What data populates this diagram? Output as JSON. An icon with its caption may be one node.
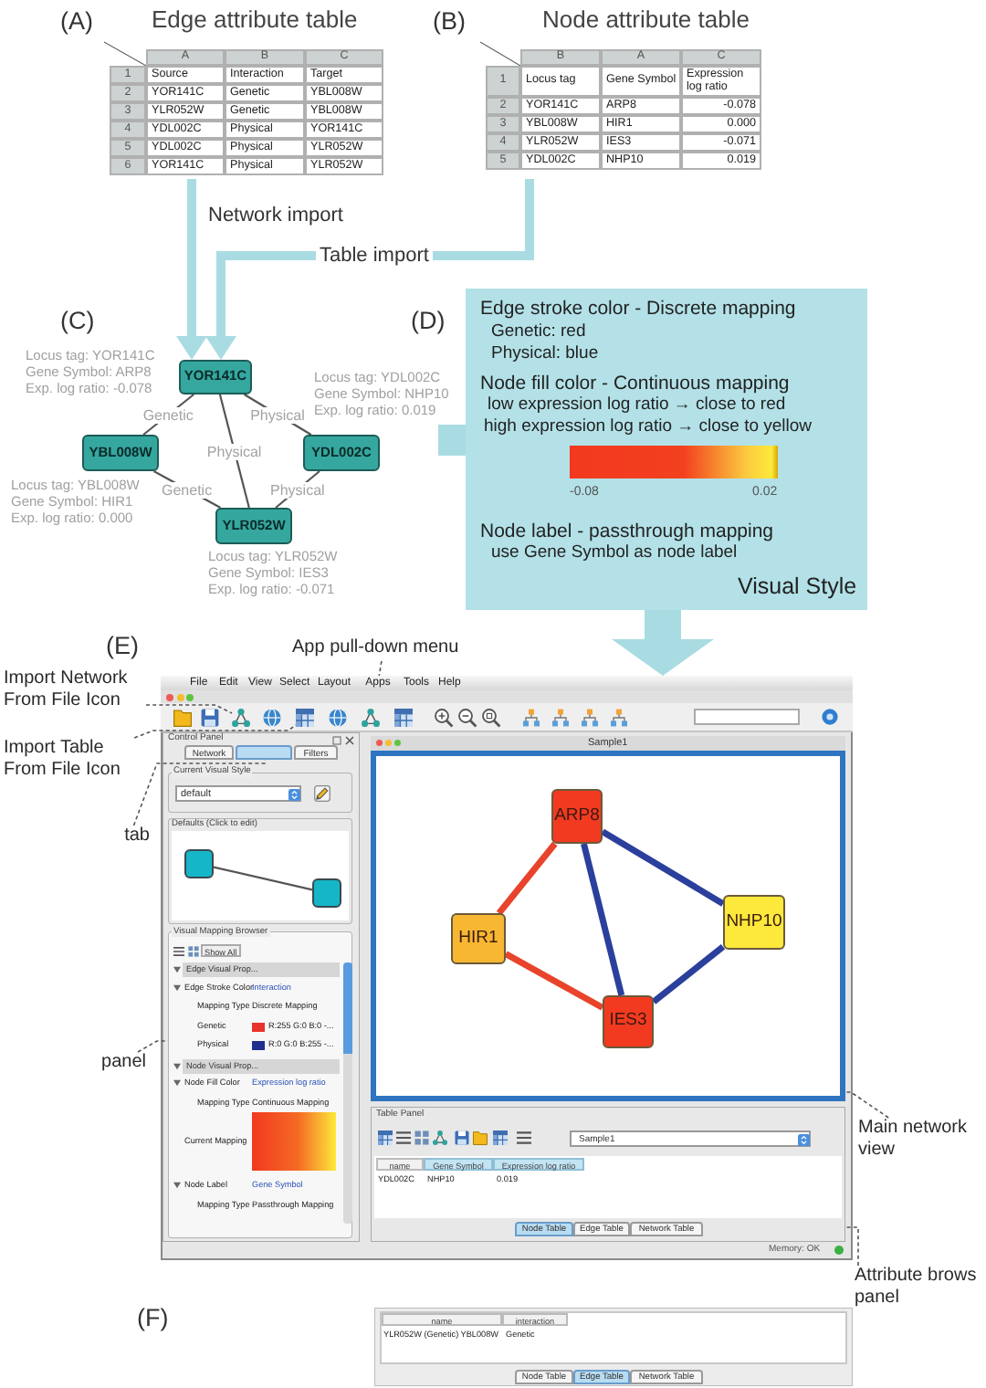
{
  "diagram": {
    "nodes": [
      {
        "text": [
          "Edge attribute table"
        ]
      },
      {
        "text": [
          "Node attribute table"
        ]
      },
      {
        "text": [
          "YOR141C"
        ],
        "beside": [
          "Locus tag: YOR141C",
          "Gene Symbol: ARP8",
          "Exp. log ratio: -0.078"
        ]
      },
      {
        "text": [
          "YBL008W"
        ],
        "beside": [
          "Locus tag: YBL008W",
          "Gene Symbol: HIR1",
          "Exp. log ratio: 0.000"
        ]
      },
      {
        "text": [
          "YDL002C"
        ],
        "beside": [
          "Locus tag: YDL002C",
          "Gene Symbol: NHP10",
          "Exp. log ratio: 0.019"
        ]
      },
      {
        "text": [
          "YLR052W"
        ],
        "beside": [
          "Locus tag: YLR052W",
          "Gene Symbol: IES3",
          "Exp. log ratio: -0.071"
        ]
      },
      {
        "text": [
          "Edge stroke color - Discrete mapping",
          "Genetic: red",
          "Physical: blue",
          "Node fill color - Continuous mapping",
          "low expression log ratio → close to red",
          "high expression log ratio → close to yellow",
          "-0.08",
          "0.02",
          "Node label - passthrough mapping",
          "use Gene Symbol as node label",
          "Visual Style"
        ]
      },
      {
        "text": [
          "File",
          "Edit",
          "View",
          "Select",
          "Layout",
          "Tools",
          "Help",
          "Memory: OK"
        ]
      },
      {
        "text": [
          "Apps"
        ],
        "in": 7
      },
      {
        "text": [],
        "shape": "picture",
        "in": 7
      },
      {
        "text": [],
        "shape": "picture",
        "in": 7
      },
      {
        "text": [
          "Control Panel",
          "Network",
          "Filters"
        ],
        "in": 7
      },
      {
        "text": [],
        "shape": "box",
        "in": 11
      },
      {
        "text": [
          "Current Visual Style",
          "default"
        ],
        "in": 11
      },
      {
        "text": [
          "Defaults (Click to edit)"
        ],
        "in": 11
      },
      {
        "text": [],
        "shape": "box",
        "in": 14
      },
      {
        "text": [],
        "shape": "box",
        "in": 14
      },
      {
        "text": [
          "Visual Mapping Browser",
          "Show All",
          "Edge Visual Prop...",
          "Edge Stroke Color",
          "Interaction",
          "Mapping Type",
          "Discrete Mapping",
          "Genetic",
          "R:255 G:0 B:0 -...",
          "Physical",
          "R:0 G:0 B:255 -...",
          "Node Visual Prop...",
          "Node Fill Color",
          "Expression log ratio",
          "Mapping Type",
          "Continuous Mapping",
          "Current Mapping",
          "Node Label",
          "Gene Symbol",
          "Mapping Type",
          "Passthrough Mapping"
        ],
        "in": 11
      },
      {
        "text": [
          "Sample1"
        ],
        "in": 7
      },
      {
        "text": [
          "ARP8"
        ],
        "in": 18
      },
      {
        "text": [
          "HIR1"
        ],
        "in": 18
      },
      {
        "text": [
          "NHP10"
        ],
        "in": 18
      },
      {
        "text": [
          "IES3"
        ],
        "in": 18
      },
      {
        "text": [
          "Table Panel",
          "Sample1",
          "name",
          "Gene Symbol",
          "Expression log ratio",
          "YDL002C",
          "NHP10",
          "0.019",
          "Node Table",
          "Edge Table",
          "Network Table"
        ],
        "in": 7
      },
      {
        "text": [
          "App pull-down menu"
        ]
      },
      {
        "text": [
          "Import Network From File Icon"
        ]
      },
      {
        "text": [
          "Import Table From File Icon"
        ]
      },
      {
        "text": [
          "tab"
        ]
      },
      {
        "text": [
          "panel"
        ]
      },
      {
        "text": [
          "Main network view"
        ]
      },
      {
        "text": [
          "Attribute brows panel"
        ]
      },
      {
        "text": [
          "name",
          "interaction",
          "YLR052W (Genetic) YBL008W",
          "Genetic",
          "Node Table",
          "Edge Table",
          "Network Table"
        ]
      },
      {
        "text": [],
        "shape": "bar",
        "in": 6
      }
    ],
    "edges": [
      {
        "from": 0,
        "to": 2,
        "arrow": "to",
        "label": "Network import",
        "style": "thick",
        "color": "#a9dce2"
      },
      {
        "from": 1,
        "to": 2,
        "arrow": "to",
        "label": "Table import",
        "style": "thick",
        "color": "#a9dce2"
      },
      {
        "from": 2,
        "to": 3,
        "arrow": "none",
        "label": "Genetic"
      },
      {
        "from": 5,
        "to": 3,
        "arrow": "none",
        "label": "Genetic"
      },
      {
        "from": 4,
        "to": 2,
        "arrow": "none",
        "label": "Physical"
      },
      {
        "from": 4,
        "to": 5,
        "arrow": "none",
        "label": "Physical"
      },
      {
        "from": 2,
        "to": 5,
        "arrow": "none",
        "label": "Physical"
      },
      {
        "from": 6,
        "to": null,
        "arrow": "none",
        "style": "thick",
        "color": "#a9dce2"
      },
      {
        "from": 6,
        "to": 7,
        "arrow": "to",
        "style": "thick",
        "color": "#a9dce2"
      },
      {
        "from": 15,
        "to": 16,
        "arrow": "none"
      },
      {
        "from": 19,
        "to": 20,
        "arrow": "none",
        "style": "thick",
        "color": "#e8432b"
      },
      {
        "from": 20,
        "to": 22,
        "arrow": "none",
        "style": "thick",
        "color": "#e8432b"
      },
      {
        "from": 19,
        "to": 21,
        "arrow": "none",
        "style": "thick",
        "color": "#2b3f9c"
      },
      {
        "from": 19,
        "to": 22,
        "arrow": "none",
        "style": "thick",
        "color": "#2b3f9c"
      },
      {
        "from": 21,
        "to": 22,
        "arrow": "none",
        "style": "thick",
        "color": "#2b3f9c"
      },
      {
        "from": 24,
        "to": 8,
        "arrow": "none",
        "style": "dashed"
      },
      {
        "from": 25,
        "to": 9,
        "arrow": "none",
        "style": "dashed"
      },
      {
        "from": 26,
        "to": 10,
        "arrow": "none",
        "style": "dashed"
      },
      {
        "from": 27,
        "to": 12,
        "arrow": "none",
        "style": "dashed"
      },
      {
        "from": 28,
        "to": 17,
        "arrow": "none",
        "style": "dashed"
      },
      {
        "from": 29,
        "to": 18,
        "arrow": "none",
        "style": "dashed"
      },
      {
        "from": 30,
        "to": 23,
        "arrow": "none",
        "style": "dashed"
      }
    ],
    "labels": [
      "(A)",
      "(B)",
      "A",
      "B",
      "C",
      "1",
      "Source",
      "Interaction",
      "Target",
      "2",
      "YOR141C",
      "Genetic",
      "YBL008W",
      "3",
      "YLR052W",
      "Genetic",
      "YBL008W",
      "4",
      "YDL002C",
      "Physical",
      "YOR141C",
      "5",
      "YDL002C",
      "Physical",
      "YLR052W",
      "6",
      "YOR141C",
      "Physical",
      "YLR052W",
      "B",
      "A",
      "C",
      "1",
      "Locus tag",
      "Gene Symbol",
      "Expression log ratio",
      "2",
      "YOR141C",
      "ARP8",
      "-0.078",
      "3",
      "YBL008W",
      "HIR1",
      "0.000",
      "4",
      "YLR052W",
      "IES3",
      "-0.071",
      "5",
      "YDL002C",
      "NHP10",
      "0.019",
      "(C)",
      "(D)",
      "(E)",
      "(F)"
    ]
  }
}
